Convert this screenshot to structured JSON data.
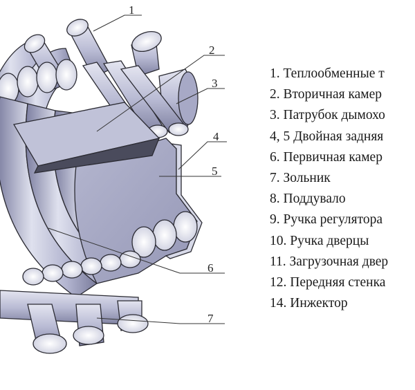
{
  "callouts": {
    "c1": "1",
    "c2": "2",
    "c3": "3",
    "c4": "4",
    "c5": "5",
    "c6": "6",
    "c7": "7"
  },
  "legend": [
    "1. Теплообменные т",
    "2. Вторичная камер",
    "3. Патрубок дымохо",
    "4, 5 Двойная задняя",
    "6. Первичная камер",
    "7. Зольник",
    "8. Поддувало",
    "9. Ручка регулятора",
    "10. Ручка дверцы",
    "11. Загрузочная двер",
    "12. Передняя стенка",
    "14. Инжектор"
  ],
  "colors": {
    "metal_light": "#d9dbe9",
    "metal_mid": "#a9abc8",
    "metal_dark": "#6f7192",
    "outline": "#2b2b33",
    "leader": "#333333"
  }
}
